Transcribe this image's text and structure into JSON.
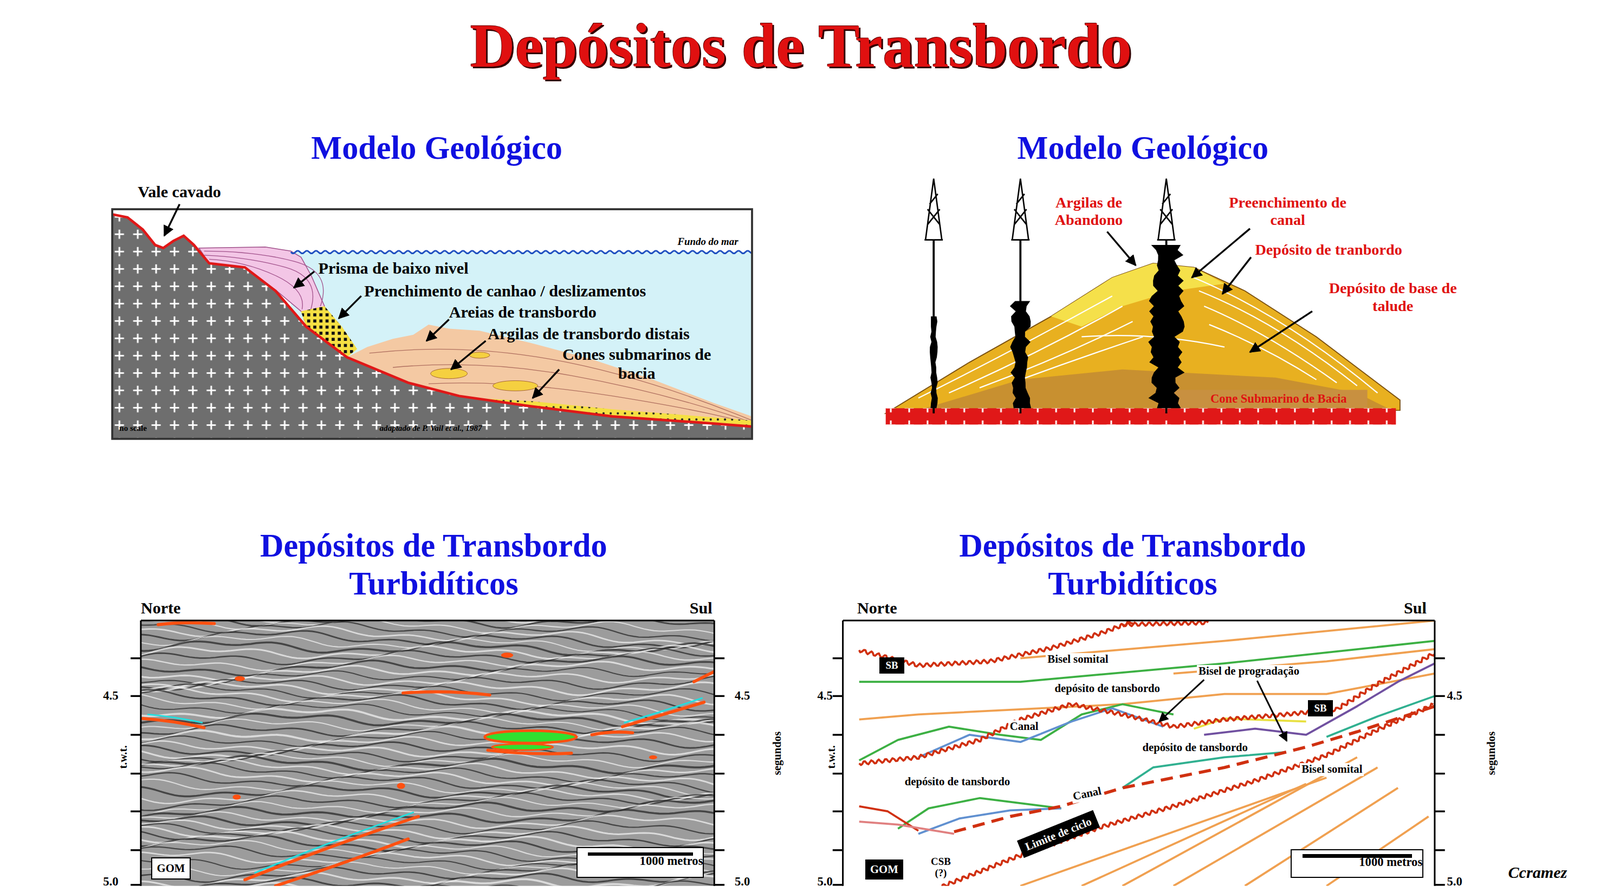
{
  "diagram": {
    "title": "Depósitos de Transbordo",
    "nodes": [
      {
        "text": [
          "GOM"
        ]
      },
      {
        "text": [
          "1000 metros"
        ]
      },
      {
        "text": [
          "SB"
        ]
      },
      {
        "text": [
          "SB"
        ]
      },
      {
        "text": [
          "Limite de ciclo"
        ]
      },
      {
        "text": [
          "GOM"
        ]
      },
      {
        "text": [
          "1000 metros"
        ]
      }
    ],
    "labels": [
      "Modelo Geológico",
      "Vale cavado",
      "Fundo do mar",
      "Prisma de baixo nivel",
      "Prenchimento de canhao / deslizamentos",
      "Areias de transbordo",
      "Argilas de transbordo distais",
      "Cones submarinos de bacia",
      "no scale",
      "adaptado de P. Vail et al., 1987",
      "Modelo Geológico",
      "Argilas de Abandono",
      "Preenchimento de canal",
      "Depósito de tranbordo",
      "Depósito de base de talude",
      "Cone Submarino de Bacia",
      "Depósitos de Transbordo Turbidíticos",
      "Depósitos de Transbordo Turbidíticos",
      "Norte",
      "Sul",
      "4.5",
      "4.5",
      "5.0",
      "5.0",
      "t.w.t.",
      "segundos",
      "Norte",
      "Sul",
      "4.5",
      "4.5",
      "5.0",
      "5.0",
      "t.w.t.",
      "segundos",
      "Bisel somital",
      "Bisel de progradação",
      "depósito de tansbordo",
      "Canal",
      "depósito de tansbordo",
      "Bisel somital",
      "depósito de tansbordo",
      "Canal",
      "CSB (?)",
      "Ccramez"
    ]
  }
}
